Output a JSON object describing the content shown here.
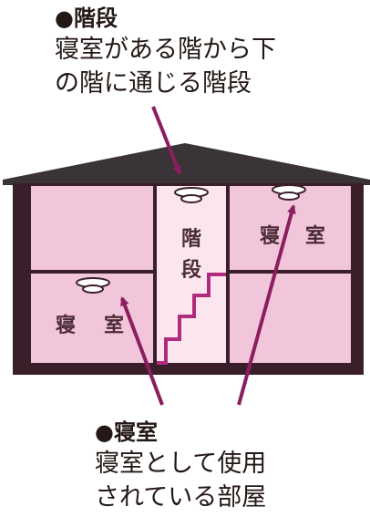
{
  "callouts": {
    "stairs": {
      "title": "●階段",
      "lines": [
        "寝室がある階から下",
        "の階に通じる階段"
      ]
    },
    "bedroom": {
      "title": "●寝室",
      "lines": [
        "寝室として使用",
        "されている部屋"
      ]
    }
  },
  "house": {
    "stair_room_label": [
      "階",
      "段"
    ],
    "bedroom_label": [
      "寝",
      "室"
    ]
  },
  "colors": {
    "roof": "#3a3337",
    "walls": "#3a1f2b",
    "room_fill": "#f2c6da",
    "stair_line": "#b02b7d",
    "arrow": "#8a1e5e",
    "text": "#231815"
  },
  "icons": [
    "smoke-detector-icon",
    "arrow-icon"
  ]
}
